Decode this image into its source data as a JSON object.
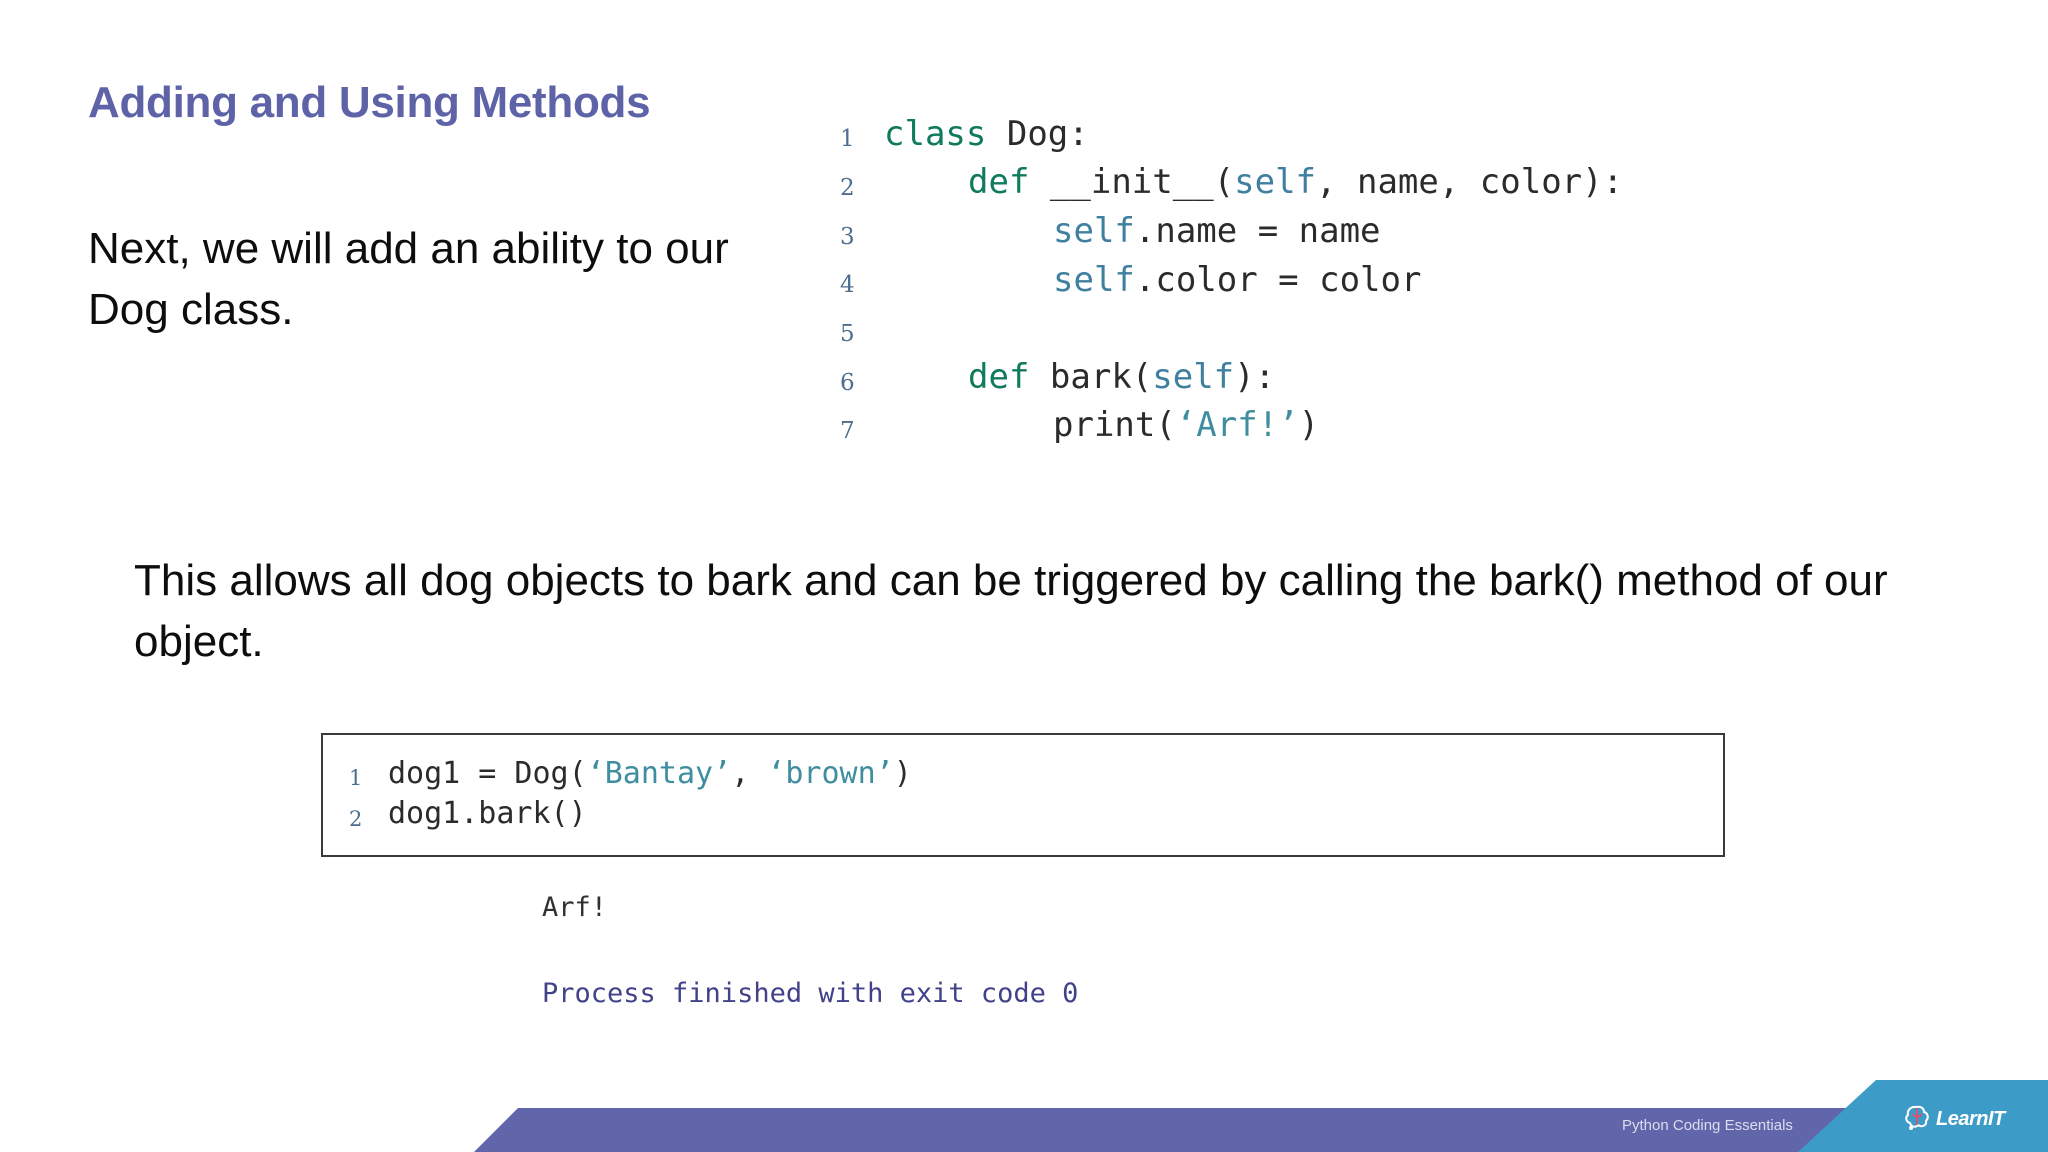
{
  "slide": {
    "title": "Adding and Using Methods",
    "intro": "Next, we will add an ability to our Dog class.",
    "explanation": "This allows all dog objects to bark and can be triggered by calling the bark() method of our object."
  },
  "class_code": {
    "line_numbers": [
      "1",
      "2",
      "3",
      "4",
      "5",
      "6",
      "7"
    ],
    "tokens": {
      "class_kw": "class",
      "class_name": "Dog:",
      "def_kw": "def",
      "init_name": "__init__(",
      "self": "self",
      "init_params": ", name, color):",
      "assign_name": ".name = name",
      "assign_color": ".color = color",
      "bark_sig": "bark(",
      "close_colon": "):",
      "print_open": "print(",
      "arf_str": "‘Arf!’",
      "print_close": ")"
    }
  },
  "call_code": {
    "line_numbers": [
      "1",
      "2"
    ],
    "tokens": {
      "line1_prefix": "dog1 = Dog(",
      "arg1": "‘Bantay’",
      "comma": ", ",
      "arg2": "‘brown’",
      "line1_close": ")",
      "line2": "dog1.bark()"
    }
  },
  "output": {
    "line1": "Arf!",
    "line2": "Process finished with exit code 0"
  },
  "footer": {
    "course": "Python Coding Essentials",
    "brand": "LearnIT"
  }
}
